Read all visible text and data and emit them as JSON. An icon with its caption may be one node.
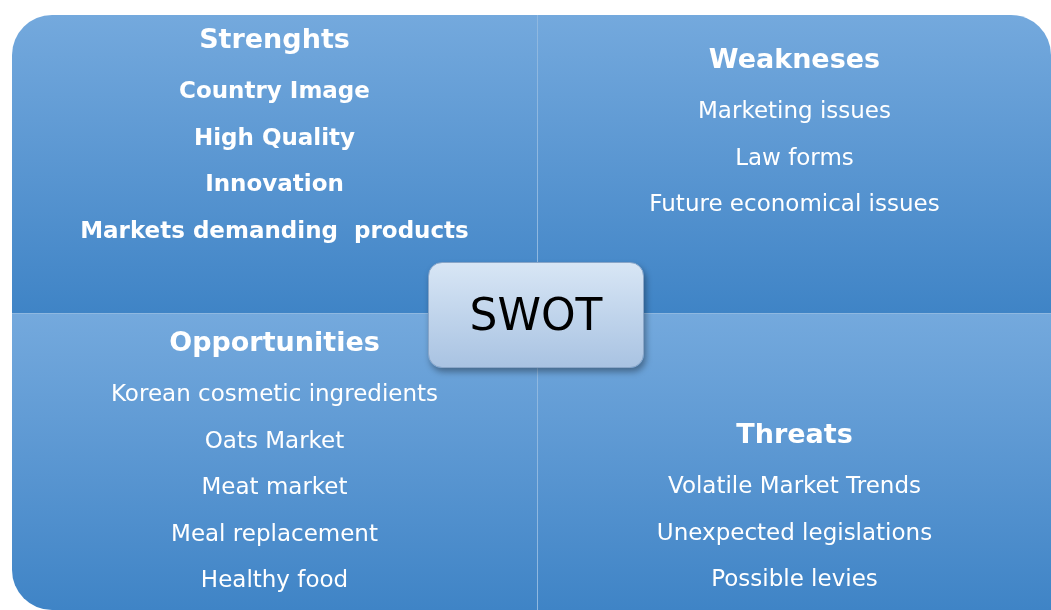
{
  "diagram": {
    "nodes": [
      {
        "text": [
          "Strenghts",
          "Country Image",
          "High Quality",
          "Innovation",
          "Markets demanding  products"
        ]
      },
      {
        "text": [
          "Weakneses",
          "Marketing issues",
          "Law forms",
          "Future economical issues"
        ]
      },
      {
        "text": [
          "Opportunities",
          "Korean cosmetic ingredients",
          "Oats Market",
          "Meat market",
          "Meal replacement",
          "Healthy food"
        ]
      },
      {
        "text": [
          "Threats",
          "Volatile Market Trends",
          "Unexpected legislations",
          "Possible levies"
        ]
      },
      {
        "text": [
          "SWOT"
        ]
      }
    ]
  }
}
